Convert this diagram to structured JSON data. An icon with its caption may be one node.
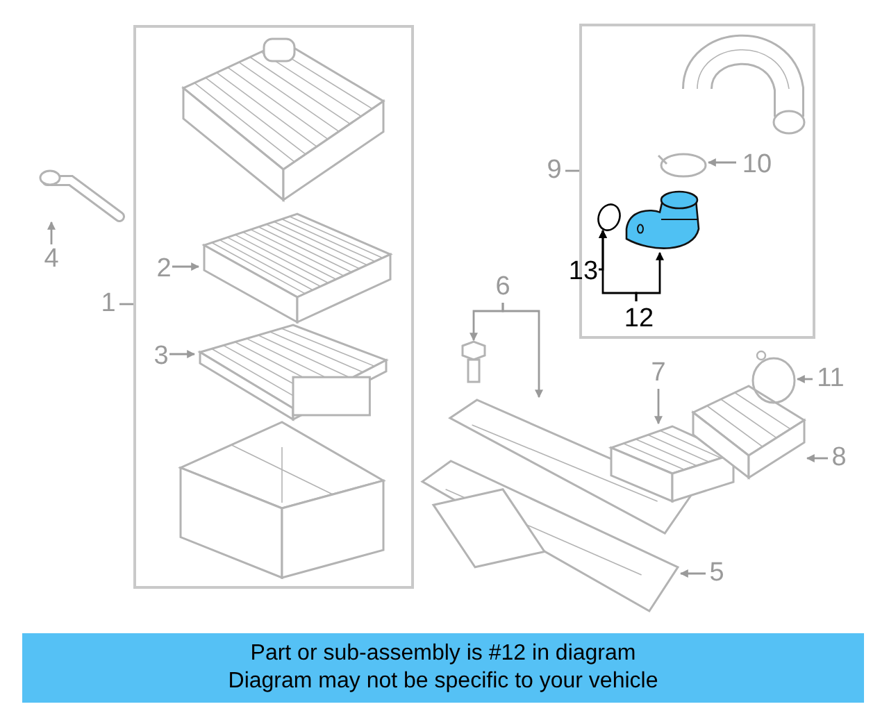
{
  "diagram": {
    "nodes": [
      {
        "text": [
          "1"
        ]
      },
      {
        "text": [],
        "shape": "box"
      },
      {
        "text": [
          "2"
        ],
        "in": 1
      },
      {
        "text": [],
        "shape": "picture",
        "in": 1
      },
      {
        "text": [
          "3"
        ],
        "in": 1
      },
      {
        "text": [],
        "shape": "picture",
        "in": 1
      },
      {
        "text": [
          "4"
        ]
      },
      {
        "text": [],
        "shape": "picture"
      },
      {
        "text": [
          "6"
        ]
      },
      {
        "text": [],
        "shape": "picture"
      },
      {
        "text": [],
        "shape": "picture"
      },
      {
        "text": [
          "7"
        ]
      },
      {
        "text": [],
        "shape": "picture"
      },
      {
        "text": [
          "8"
        ]
      },
      {
        "text": [],
        "shape": "picture"
      },
      {
        "text": [
          "11"
        ]
      },
      {
        "text": [],
        "shape": "circle"
      },
      {
        "text": [
          "5"
        ]
      },
      {
        "text": [],
        "shape": "picture"
      },
      {
        "text": [
          "9"
        ]
      },
      {
        "text": [],
        "shape": "box"
      },
      {
        "text": [
          "10"
        ],
        "in": 20
      },
      {
        "text": [],
        "shape": "circle",
        "in": 20
      },
      {
        "text": [
          "13"
        ],
        "in": 20
      },
      {
        "text": [],
        "shape": "circle",
        "in": 20
      },
      {
        "text": [
          "12"
        ],
        "in": 20
      },
      {
        "text": [],
        "shape": "picture",
        "in": 20
      },
      {
        "text": [
          "Part or sub-assembly is #12 in diagram",
          "Diagram may not be specific to your vehicle"
        ]
      }
    ],
    "edges": [
      {
        "from": 0,
        "to": 1,
        "arrow": "none"
      },
      {
        "from": 2,
        "to": 3,
        "arrow": "to"
      },
      {
        "from": 4,
        "to": 5,
        "arrow": "to"
      },
      {
        "from": 6,
        "to": 7,
        "arrow": "to"
      },
      {
        "from": 8,
        "to": 9,
        "arrow": "to"
      },
      {
        "from": 8,
        "to": 10,
        "arrow": "to"
      },
      {
        "from": 11,
        "to": 12,
        "arrow": "to"
      },
      {
        "from": 13,
        "to": 14,
        "arrow": "to"
      },
      {
        "from": 15,
        "to": 16,
        "arrow": "to"
      },
      {
        "from": 17,
        "to": 18,
        "arrow": "to"
      },
      {
        "from": 19,
        "to": 20,
        "arrow": "none"
      },
      {
        "from": 21,
        "to": 22,
        "arrow": "to"
      },
      {
        "from": 23,
        "to": 24,
        "arrow": "to",
        "color": "#000000"
      },
      {
        "from": 25,
        "to": 24,
        "arrow": "to",
        "color": "#000000"
      },
      {
        "from": 25,
        "to": 26,
        "arrow": "to",
        "color": "#000000"
      }
    ]
  }
}
